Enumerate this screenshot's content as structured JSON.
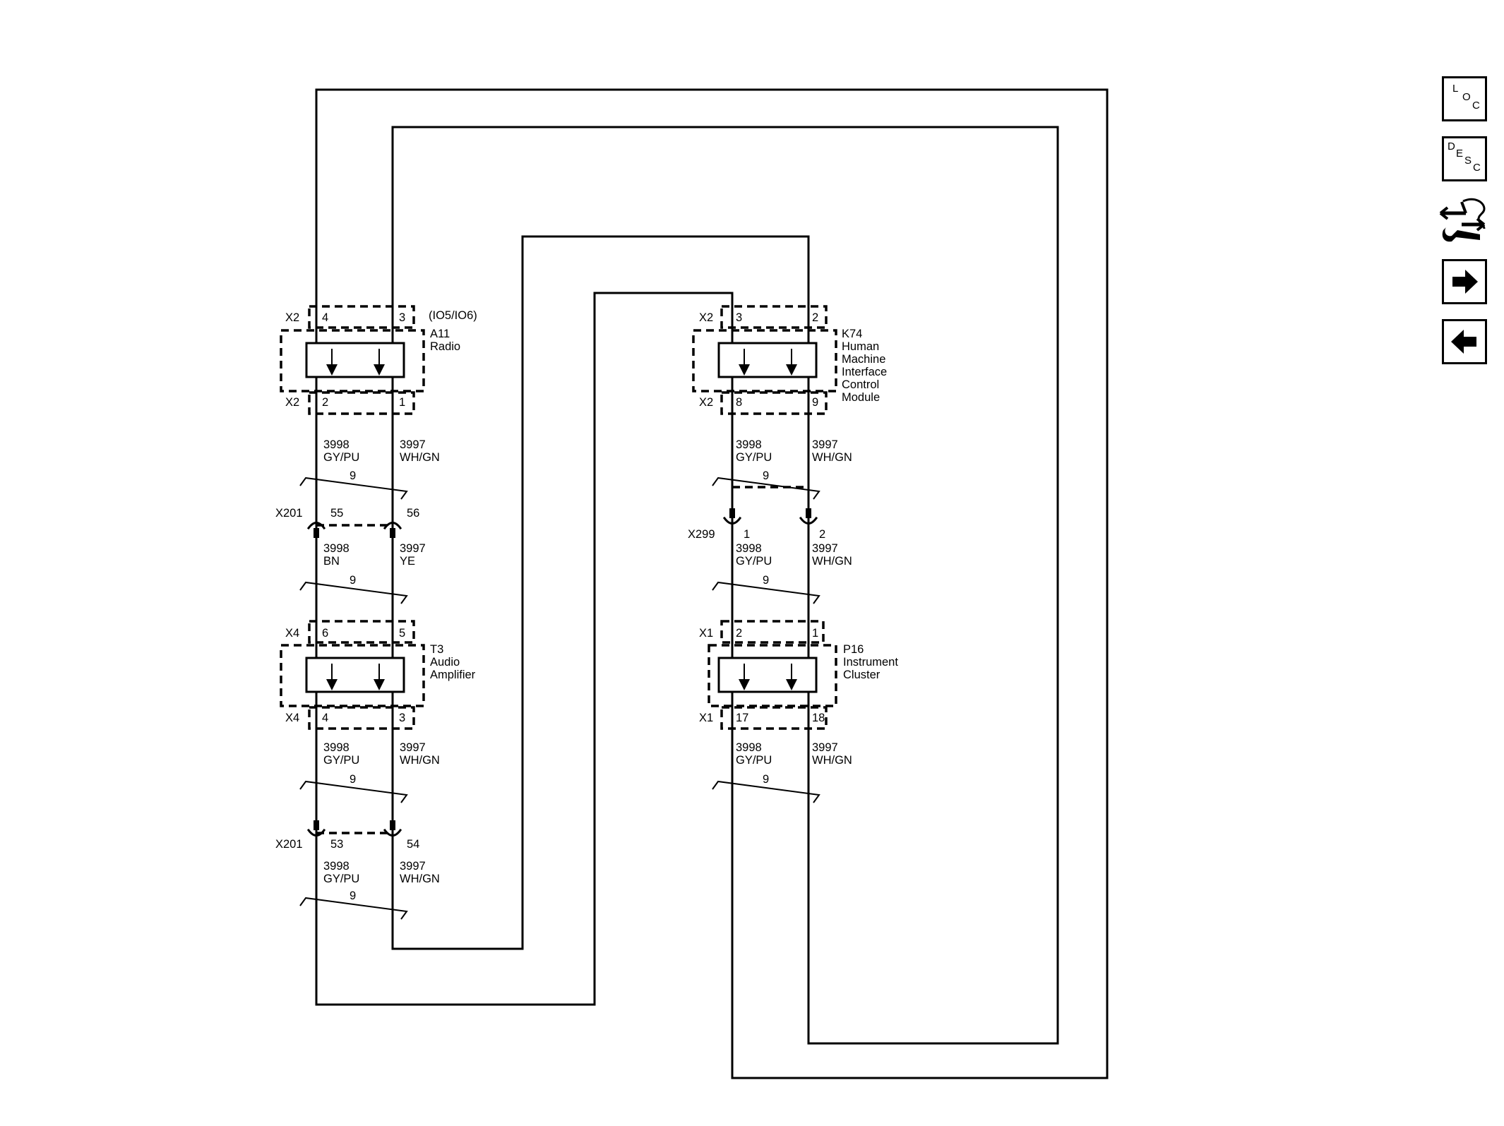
{
  "components": {
    "radio": {
      "ref": "A11",
      "name_l1": "Radio",
      "option": "(IO5/IO6)",
      "conn_top": "X2",
      "pin_tl": "4",
      "pin_tr": "3",
      "conn_bot": "X2",
      "pin_bl": "2",
      "pin_br": "1"
    },
    "amp": {
      "ref": "T3",
      "name_l1": "Audio",
      "name_l2": "Amplifier",
      "conn_top": "X4",
      "pin_tl": "6",
      "pin_tr": "5",
      "conn_bot": "X4",
      "pin_bl": "4",
      "pin_br": "3"
    },
    "hmi": {
      "ref": "K74",
      "name_l1": "Human",
      "name_l2": "Machine",
      "name_l3": "Interface",
      "name_l4": "Control",
      "name_l5": "Module",
      "conn_top": "X2",
      "pin_tl": "3",
      "pin_tr": "2",
      "conn_bot": "X2",
      "pin_bl": "8",
      "pin_br": "9"
    },
    "cluster": {
      "ref": "P16",
      "name_l1": "Instrument",
      "name_l2": "Cluster",
      "conn_top": "X1",
      "pin_tl": "2",
      "pin_tr": "1",
      "conn_bot": "X1",
      "pin_bl": "17",
      "pin_br": "18"
    }
  },
  "inline_connectors": {
    "x201_a": {
      "name": "X201",
      "pin_l": "55",
      "pin_r": "56"
    },
    "x201_b": {
      "name": "X201",
      "pin_l": "53",
      "pin_r": "54"
    },
    "x299": {
      "name": "X299",
      "pin_l": "1",
      "pin_r": "2"
    }
  },
  "wires": {
    "r1_l": {
      "circuit": "3998",
      "color": "GY/PU"
    },
    "r1_r": {
      "circuit": "3997",
      "color": "WH/GN"
    },
    "r2_l": {
      "circuit": "3998",
      "color": "BN"
    },
    "r2_r": {
      "circuit": "3997",
      "color": "YE"
    },
    "r3_l": {
      "circuit": "3998",
      "color": "GY/PU"
    },
    "r3_r": {
      "circuit": "3997",
      "color": "WH/GN"
    },
    "r4_l": {
      "circuit": "3998",
      "color": "GY/PU"
    },
    "r4_r": {
      "circuit": "3997",
      "color": "WH/GN"
    },
    "h1_l": {
      "circuit": "3998",
      "color": "GY/PU"
    },
    "h1_r": {
      "circuit": "3997",
      "color": "WH/GN"
    },
    "h2_l": {
      "circuit": "3998",
      "color": "GY/PU"
    },
    "h2_r": {
      "circuit": "3997",
      "color": "WH/GN"
    },
    "h3_l": {
      "circuit": "3998",
      "color": "GY/PU"
    },
    "h3_r": {
      "circuit": "3997",
      "color": "WH/GN"
    }
  },
  "twist_label": "9",
  "toolbar": [
    {
      "icon": "loc-icon",
      "letters": [
        "L",
        "O",
        "C"
      ]
    },
    {
      "icon": "desc-icon",
      "letters": [
        "D",
        "E",
        "S",
        "C"
      ]
    },
    {
      "icon": "connector-wrench-icon"
    },
    {
      "icon": "arrow-right-icon"
    },
    {
      "icon": "arrow-left-icon"
    }
  ]
}
